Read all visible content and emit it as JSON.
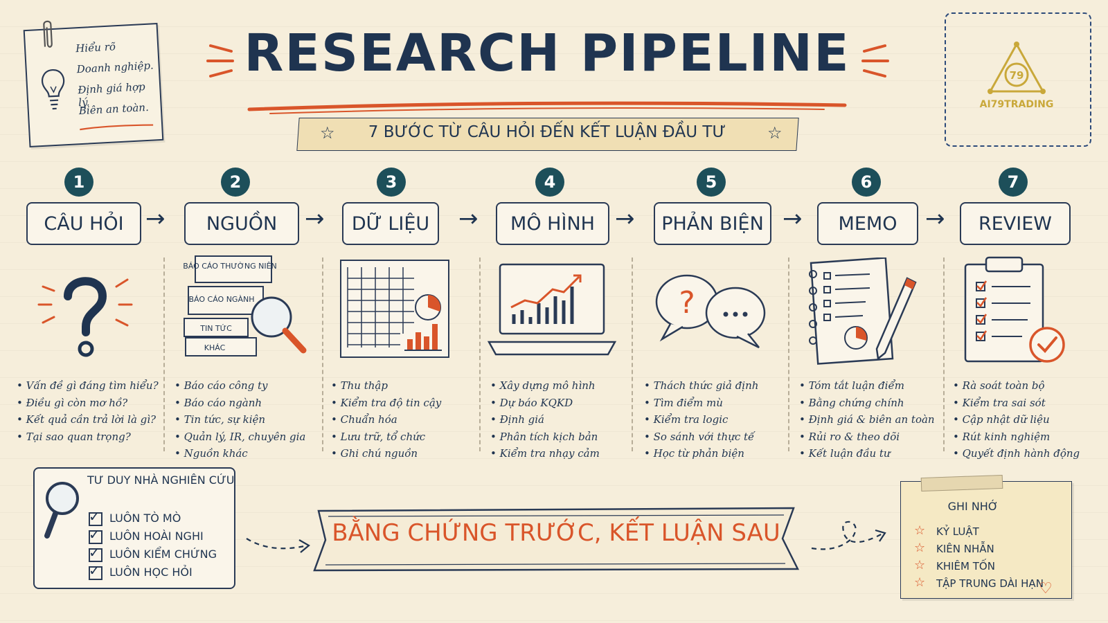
{
  "sticky_note": {
    "lines": [
      "Hiểu rõ",
      "Doanh nghiệp.",
      "Định giá hợp lý.",
      "Biên an toàn."
    ]
  },
  "header": {
    "title": "RESEARCH PIPELINE",
    "subtitle": "7 BƯỚC TỪ CÂU HỎI ĐẾN KẾT LUẬN ĐẦU TƯ"
  },
  "logo": {
    "text": "AI79TRADING",
    "mark": "79"
  },
  "steps": [
    {
      "num": "1",
      "label": "CÂU HỎI",
      "icon": "question-mark-icon",
      "bullets": [
        "Vấn đề gì đáng tìm hiểu?",
        "Điều gì còn mơ hồ?",
        "Kết quả cần trả lời là gì?",
        "Tại sao quan trọng?"
      ]
    },
    {
      "num": "2",
      "label": "NGUỒN",
      "icon": "document-stack-icon",
      "stack_labels": [
        "BÁO CÁO THƯỜNG NIÊN",
        "BÁO CÁO NGÀNH",
        "TIN TỨC",
        "KHÁC"
      ],
      "bullets": [
        "Báo cáo công ty",
        "Báo cáo ngành",
        "Tin tức, sự kiện",
        "Quản lý, IR, chuyên gia",
        "Nguồn khác"
      ]
    },
    {
      "num": "3",
      "label": "DỮ LIỆU",
      "icon": "spreadsheet-icon",
      "bullets": [
        "Thu thập",
        "Kiểm tra độ tin cậy",
        "Chuẩn hóa",
        "Lưu trữ, tổ chức",
        "Ghi chú nguồn"
      ]
    },
    {
      "num": "4",
      "label": "MÔ HÌNH",
      "icon": "laptop-chart-icon",
      "bullets": [
        "Xây dựng mô hình",
        "Dự báo KQKD",
        "Định giá",
        "Phân tích kịch bản",
        "Kiểm tra nhạy cảm"
      ]
    },
    {
      "num": "5",
      "label": "PHẢN BIỆN",
      "icon": "speech-bubbles-icon",
      "bullets": [
        "Thách thức giả định",
        "Tìm điểm mù",
        "Kiểm tra logic",
        "So sánh với thực tế",
        "Học từ phản biện"
      ]
    },
    {
      "num": "6",
      "label": "MEMO",
      "icon": "notebook-pencil-icon",
      "bullets": [
        "Tóm tắt luận điểm",
        "Bằng chứng chính",
        "Định giá & biên an toàn",
        "Rủi ro & theo dõi",
        "Kết luận đầu tư"
      ]
    },
    {
      "num": "7",
      "label": "REVIEW",
      "icon": "clipboard-check-icon",
      "bullets": [
        "Rà soát toàn bộ",
        "Kiểm tra sai sót",
        "Cập nhật dữ liệu",
        "Rút kinh nghiệm",
        "Quyết định hành động"
      ]
    }
  ],
  "mindset": {
    "title": "TƯ DUY NHÀ NGHIÊN CỨU",
    "items": [
      "LUÔN TÒ MÒ",
      "LUÔN HOÀI NGHI",
      "LUÔN KIỂM CHỨNG",
      "LUÔN HỌC HỎI"
    ]
  },
  "banner": {
    "text": "BẰNG CHỨNG TRƯỚC, KẾT LUẬN SAU"
  },
  "reminder": {
    "title": "GHI NHỚ",
    "items": [
      "KỶ LUẬT",
      "KIÊN NHẪN",
      "KHIÊM TỐN",
      "TẬP TRUNG DÀI HẠN"
    ]
  },
  "colors": {
    "navy": "#1f3450",
    "teal_badge": "#1d4f5a",
    "accent_orange": "#d9552a",
    "gold": "#c9a83a",
    "paper": "#f6eedb"
  }
}
